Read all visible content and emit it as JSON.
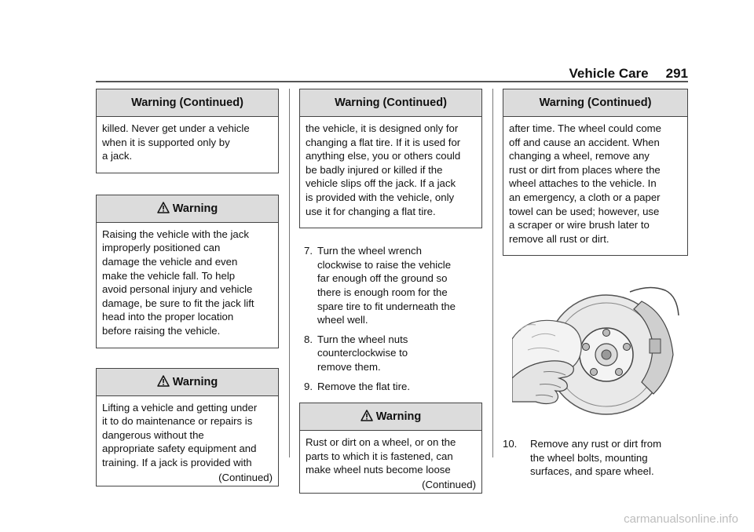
{
  "header": {
    "section_title": "Vehicle Care",
    "page_number": "291"
  },
  "col1": {
    "box1": {
      "title": "Warning  (Continued)",
      "lines": [
        "killed. Never get under a vehicle",
        "when it is supported only by",
        "a jack."
      ]
    },
    "box2": {
      "title": "Warning",
      "lines": [
        "Raising the vehicle with the jack",
        "improperly positioned can",
        "damage the vehicle and even",
        "make the vehicle fall. To help",
        "avoid personal injury and vehicle",
        "damage, be sure to fit the jack lift",
        "head into the proper location",
        "before raising the vehicle."
      ]
    },
    "box3": {
      "title": "Warning",
      "lines": [
        "Lifting a vehicle and getting under",
        "it to do maintenance or repairs is",
        "dangerous without the",
        "appropriate safety equipment and",
        "training. If a jack is provided with"
      ],
      "continued": "(Continued)"
    }
  },
  "col2": {
    "box1": {
      "title": "Warning  (Continued)",
      "lines": [
        "the vehicle, it is designed only for",
        "changing a flat tire. If it is used for",
        "anything else, you or others could",
        "be badly injured or killed if the",
        "vehicle slips off the jack. If a jack",
        "is provided with the vehicle, only",
        "use it for changing a flat tire."
      ]
    },
    "steps": [
      {
        "num": "7.",
        "lines": [
          "Turn the wheel wrench",
          "clockwise to raise the vehicle",
          "far enough off the ground so",
          "there is enough room for the",
          "spare tire to fit underneath the",
          "wheel well."
        ]
      },
      {
        "num": "8.",
        "lines": [
          "Turn the wheel nuts",
          "counterclockwise to",
          "remove them."
        ]
      },
      {
        "num": "9.",
        "lines": [
          "Remove the flat tire."
        ]
      }
    ],
    "box2": {
      "title": "Warning",
      "lines": [
        "Rust or dirt on a wheel, or on the",
        "parts to which it is fastened, can",
        "make wheel nuts become loose"
      ],
      "continued": "(Continued)"
    }
  },
  "col3": {
    "box1": {
      "title": "Warning  (Continued)",
      "lines": [
        "after time. The wheel could come",
        "off and cause an accident. When",
        "changing a wheel, remove any",
        "rust or dirt from places where the",
        "wheel attaches to the vehicle. In",
        "an emergency, a cloth or a paper",
        "towel can be used; however, use",
        "a scraper or wire brush later to",
        "remove all rust or dirt."
      ]
    },
    "steps": [
      {
        "num": "10.",
        "lines": [
          "Remove any rust or dirt from",
          "the wheel bolts, mounting",
          "surfaces, and spare wheel."
        ]
      }
    ]
  },
  "footer": {
    "watermark": "carmanualsonline.info"
  },
  "icons": {
    "warning": "warning-triangle-icon"
  }
}
